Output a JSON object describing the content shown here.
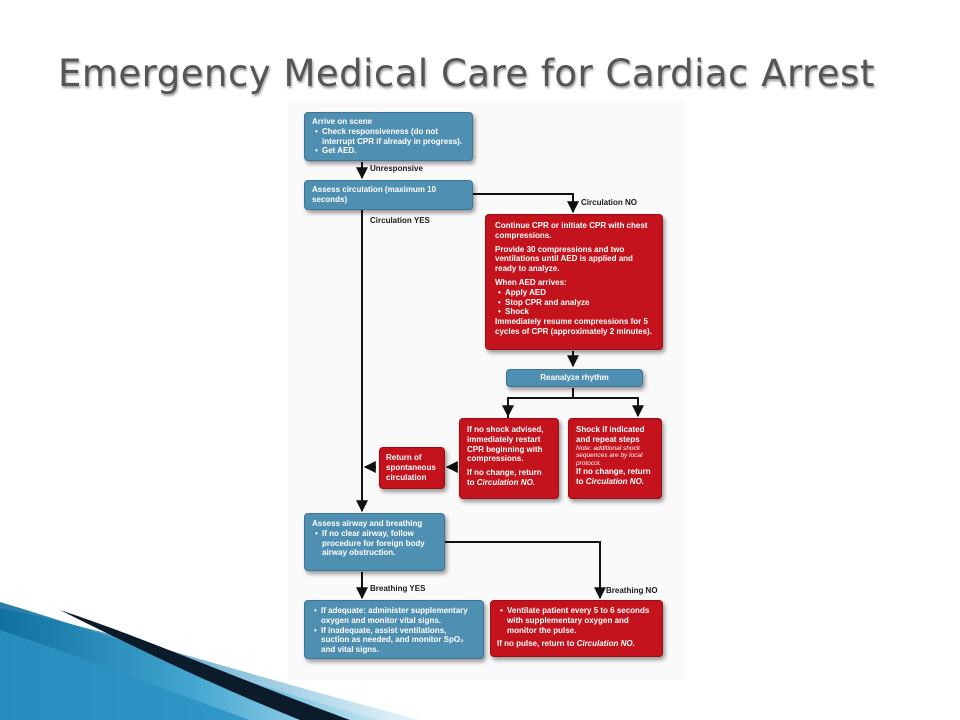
{
  "slide": {
    "title": "Emergency Medical Care for Cardiac Arrest"
  },
  "flowchart": {
    "arrive": {
      "title": "Arrive on scene",
      "items": [
        "Check responsiveness (do not interrupt CPR if already in progress).",
        "Get AED."
      ]
    },
    "unresponsive_label": "Unresponsive",
    "assess_circulation": "Assess circulation (maximum 10 seconds)",
    "circulation_no_label": "Circulation NO",
    "circulation_yes_label": "Circulation YES",
    "cpr_box": {
      "p1": "Continue CPR or initiate CPR with chest compressions.",
      "p2": "Provide 30 compressions and two ventilations until AED is applied and ready to analyze.",
      "p3": "When AED arrives:",
      "items": [
        "Apply AED",
        "Stop CPR and analyze",
        "Shock"
      ],
      "p4": "Immediately resume compressions for 5 cycles of CPR (approximately 2 minutes)."
    },
    "reanalyze": "Reanalyze rhythm",
    "no_shock": {
      "p1": "If no shock advised, immediately restart CPR beginning with compressions.",
      "p2_prefix": "If no change, return to ",
      "p2_ref": "Circulation NO."
    },
    "shock": {
      "p1": "Shock if indicated and repeat steps",
      "note_label": "Note:",
      "note_text": " additional shock sequences are by local protocol.",
      "p2_prefix": "If no change, return to ",
      "p2_ref": "Circulation NO."
    },
    "rosc": "Return of spontaneous circulation",
    "assess_airway": {
      "title": "Assess airway and breathing",
      "items": [
        "If no clear airway, follow procedure for foreign body airway obstruction."
      ]
    },
    "breathing_yes_label": "Breathing YES",
    "breathing_no_label": "Breathing NO",
    "breathing_yes_box": {
      "items": [
        "If adequate: administer supplementary oxygen and monitor vital signs.",
        "If inadequate, assist ventilations, suction as needed, and monitor SpO₂ and vital signs."
      ]
    },
    "breathing_no_box": {
      "items": [
        "Ventilate patient every 5 to 6 seconds with supplementary oxygen and monitor the pulse."
      ],
      "p_prefix": "If no pulse, return to ",
      "p_ref": "Circulation  NO."
    }
  },
  "colors": {
    "blue_box": "#4f8fb2",
    "red_box": "#c4131c",
    "title_text": "#555555"
  }
}
